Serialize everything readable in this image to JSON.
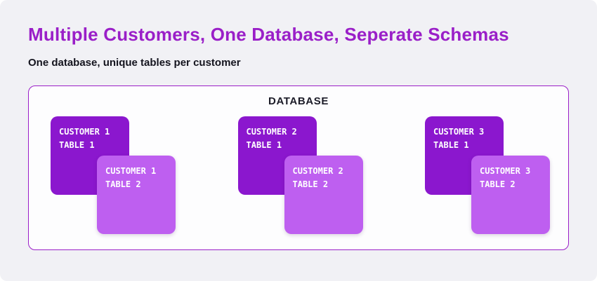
{
  "header": {
    "title": "Multiple Customers, One Database, Seperate Schemas",
    "subtitle": "One database, unique tables per customer"
  },
  "database": {
    "label": "DATABASE",
    "groups": [
      {
        "table1": {
          "line1": "CUSTOMER 1",
          "line2": "TABLE 1"
        },
        "table2": {
          "line1": "CUSTOMER 1",
          "line2": "TABLE 2"
        }
      },
      {
        "table1": {
          "line1": "CUSTOMER 2",
          "line2": "TABLE 1"
        },
        "table2": {
          "line1": "CUSTOMER 2",
          "line2": "TABLE 2"
        }
      },
      {
        "table1": {
          "line1": "CUSTOMER 3",
          "line2": "TABLE 1"
        },
        "table2": {
          "line1": "CUSTOMER 3",
          "line2": "TABLE 2"
        }
      }
    ]
  },
  "colors": {
    "accent_purple": "#9a1fc8",
    "table1_fill": "#8b17ce",
    "table2_fill": "#be5ff0",
    "page_background": "#f1f1f5",
    "text_dark": "#14141e"
  }
}
